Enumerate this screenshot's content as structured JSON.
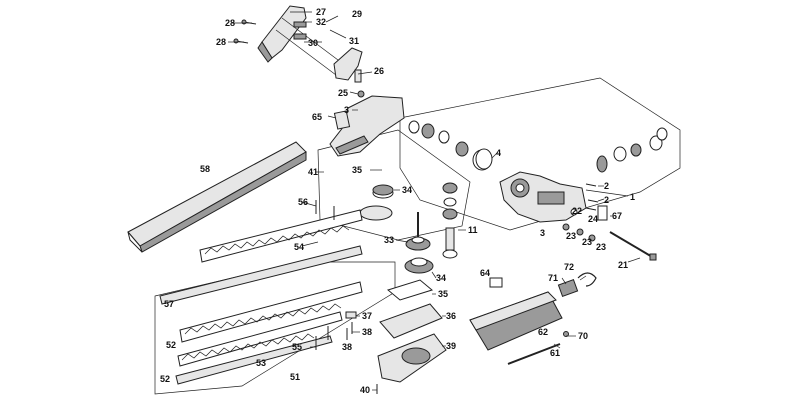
{
  "callouts": {
    "c1": "1",
    "c2a": "2",
    "c2b": "2",
    "c3a": "3",
    "c3b": "3",
    "c4": "4",
    "c11": "11",
    "c21": "21",
    "c22": "22",
    "c23a": "23",
    "c23b": "23",
    "c23c": "23",
    "c24": "24",
    "c25": "25",
    "c26": "26",
    "c27": "27",
    "c28a": "28",
    "c28b": "28",
    "c29": "29",
    "c30": "30",
    "c31": "31",
    "c32": "32",
    "c33": "33",
    "c34a": "34",
    "c34b": "34",
    "c35a": "35",
    "c35b": "35",
    "c36": "36",
    "c37": "37",
    "c38a": "38",
    "c38b": "38",
    "c39": "39",
    "c40": "40",
    "c41": "41",
    "c51": "51",
    "c52a": "52",
    "c52b": "52",
    "c53": "53",
    "c54": "54",
    "c55": "55",
    "c56": "56",
    "c57": "57",
    "c58": "58",
    "c61": "61",
    "c62": "62",
    "c64": "64",
    "c65": "65",
    "c67": "67",
    "c70": "70",
    "c71": "71",
    "c72": "72"
  }
}
